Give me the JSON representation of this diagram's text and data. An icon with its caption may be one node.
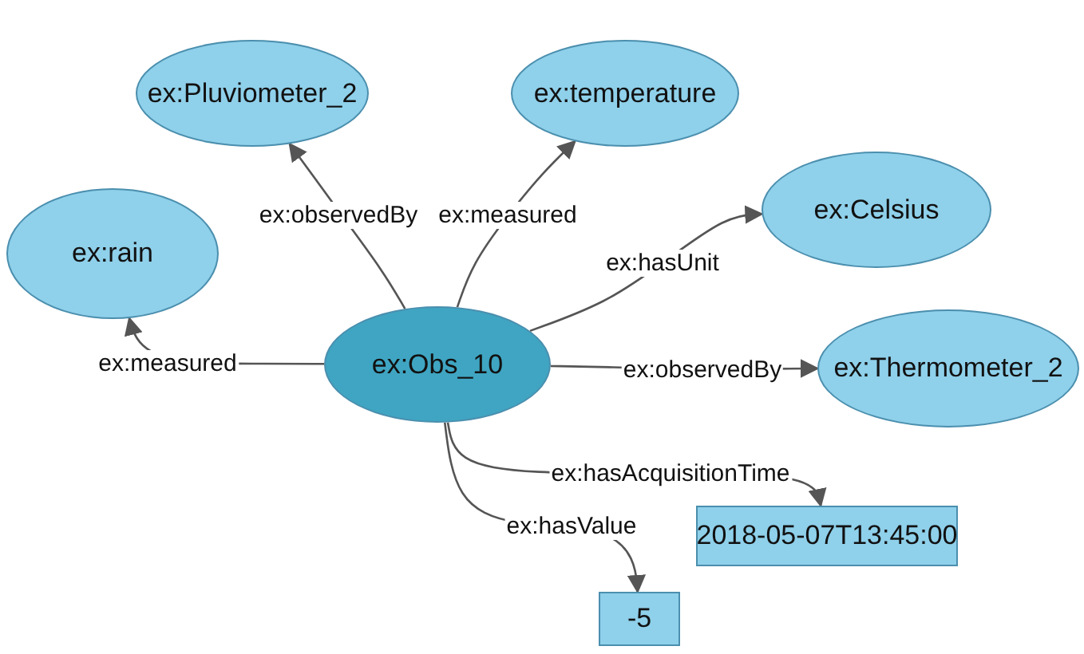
{
  "diagram": {
    "nodes": [
      {
        "text": [
          "ex:Pluviometer_2"
        ]
      },
      {
        "text": [
          "ex:temperature"
        ]
      },
      {
        "text": [
          "ex:rain"
        ]
      },
      {
        "text": [
          "ex:Celsius"
        ]
      },
      {
        "text": [
          "ex:Obs_10"
        ]
      },
      {
        "text": [
          "ex:Thermometer_2"
        ]
      },
      {
        "text": [
          "2018-05-07T13:45:00"
        ]
      },
      {
        "text": [
          "-5"
        ]
      }
    ],
    "edges": [
      {
        "from": 4,
        "to": 0,
        "arrow": "to",
        "label": "ex:observedBy"
      },
      {
        "from": 4,
        "to": 1,
        "arrow": "to",
        "label": "ex:measured"
      },
      {
        "from": 4,
        "to": 2,
        "arrow": "to",
        "label": "ex:measured"
      },
      {
        "from": 4,
        "to": 3,
        "arrow": "to",
        "label": "ex:hasUnit"
      },
      {
        "from": 4,
        "to": 5,
        "arrow": "to",
        "label": "ex:observedBy"
      },
      {
        "from": 4,
        "to": 6,
        "arrow": "to",
        "label": "ex:hasAcquisitionTime"
      },
      {
        "from": 4,
        "to": 7,
        "arrow": "to",
        "label": "ex:hasValue"
      }
    ]
  }
}
